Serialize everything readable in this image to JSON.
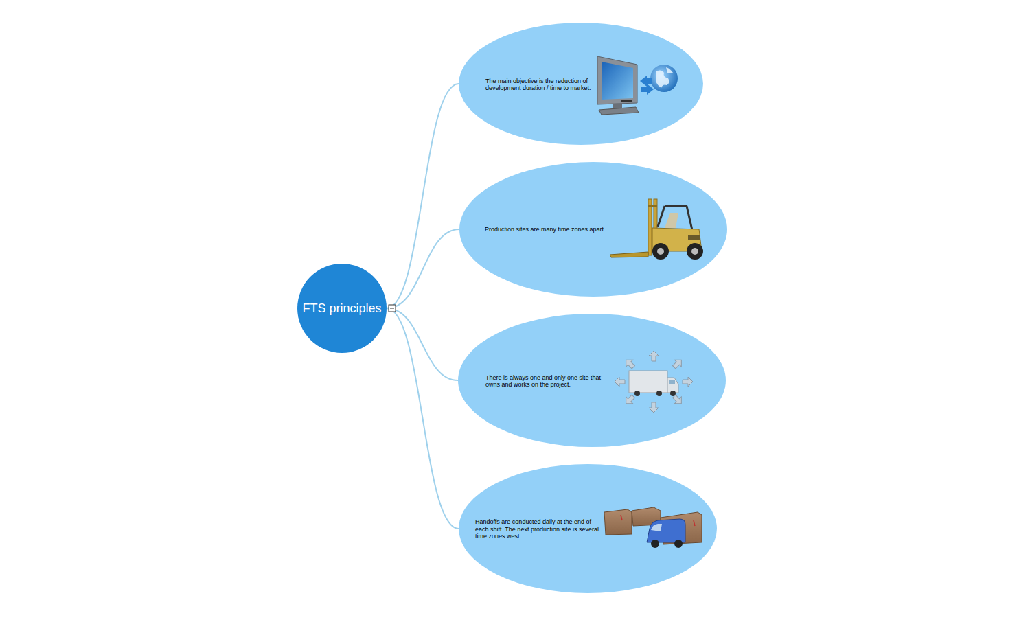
{
  "diagram": {
    "nodes": [
      {
        "text": [
          "FTS principles"
        ]
      },
      {
        "text": [
          "The main objective is the reduction of development duration / time to market."
        ]
      },
      {
        "text": [
          "Production sites are many time zones apart."
        ]
      },
      {
        "text": [
          "There is always one and only one site that owns and works on the project."
        ]
      },
      {
        "text": [
          "Handoffs are conducted daily at the end of each shift. The next production site is several time zones west."
        ]
      }
    ],
    "edges": [
      {
        "from": 0,
        "to": 1,
        "arrow": "none"
      },
      {
        "from": 0,
        "to": 2,
        "arrow": "none"
      },
      {
        "from": 0,
        "to": 3,
        "arrow": "none"
      },
      {
        "from": 0,
        "to": 4,
        "arrow": "none"
      }
    ]
  }
}
